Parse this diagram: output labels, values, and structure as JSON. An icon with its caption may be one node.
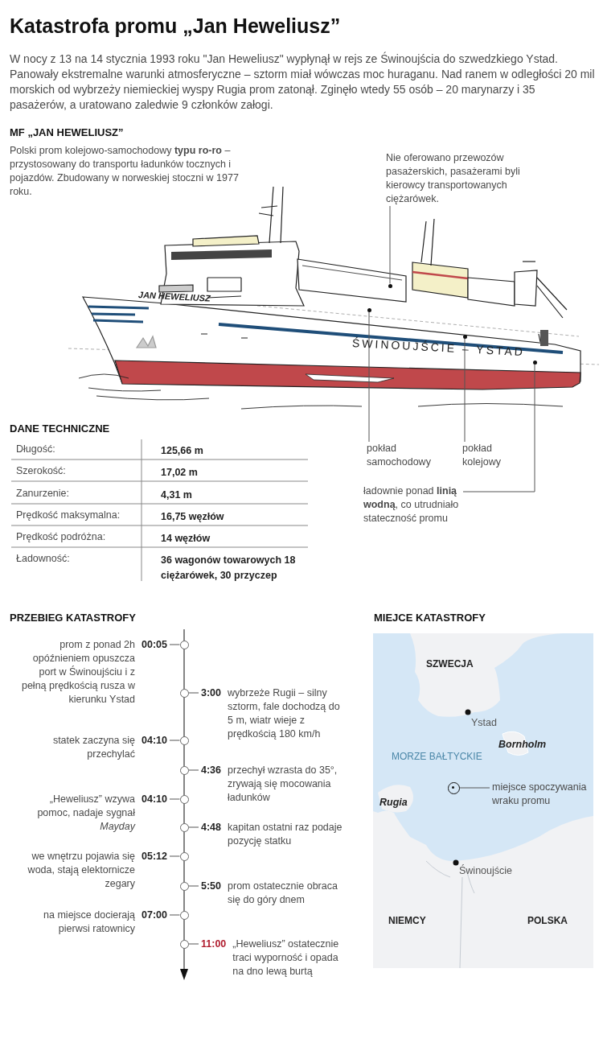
{
  "diagram": {
    "title": "Katastrofa promu „Jan Heweliusz”",
    "nodes": [
      {
        "text": [
          "Nie oferowano przewozów pasażerskich, pasażerami byli kierowcy transportowanych ciężarówek."
        ]
      },
      {
        "text": [],
        "shape": "circle"
      },
      {
        "text": [],
        "shape": "circle"
      },
      {
        "text": [],
        "shape": "circle"
      },
      {
        "text": [],
        "shape": "circle"
      },
      {
        "text": [
          "pokład samochodowy"
        ]
      },
      {
        "text": [
          "pokład kolejowy"
        ]
      },
      {
        "text": [
          "ładownie ponad **linią wodną**, co utrudniało stateczność promu"
        ]
      },
      {
        "text": [
          "prom z ponad 2h opóźnieniem opuszcza port w Świnoujściu i z pełną prędkością rusza w kierunku Ystad",
          "00:05"
        ]
      },
      {
        "text": [
          "3:00",
          "wybrzeże Rugii – silny sztorm, fale dochodzą do 5 m, wiatr wieje z prędkością 180 km/h"
        ]
      },
      {
        "text": [
          "statek zaczyna się przechylać",
          "04:10"
        ]
      },
      {
        "text": [
          "4:36",
          "przechył wzrasta do 35°, zrywają się mocowania ładunków"
        ]
      },
      {
        "text": [
          "„Heweliusz” wzywa pomoc, nadaje sygnał *Mayday*",
          "04:10"
        ]
      },
      {
        "text": [
          "4:48",
          "kapitan ostatni raz podaje pozycję statku"
        ]
      },
      {
        "text": [
          "we wnętrzu pojawia się woda, stają elektornicze zegary",
          "05:12"
        ]
      },
      {
        "text": [
          "5:50",
          "prom ostatecznie obraca się do góry dnem"
        ]
      },
      {
        "text": [
          "na miejsce docierają pierwsi ratownicy",
          "07:00"
        ]
      },
      {
        "text": [
          "11:00",
          "„Heweliusz” ostatecznie traci wyporność i opada na dno lewą burtą"
        ]
      },
      {
        "text": [],
        "shape": "circle"
      },
      {
        "text": [],
        "shape": "circle"
      },
      {
        "text": [],
        "shape": "circle"
      },
      {
        "text": [],
        "shape": "circle"
      },
      {
        "text": [],
        "shape": "circle"
      },
      {
        "text": [],
        "shape": "circle"
      },
      {
        "text": [],
        "shape": "circle"
      },
      {
        "text": [],
        "shape": "circle"
      },
      {
        "text": [],
        "shape": "circle"
      },
      {
        "text": [],
        "shape": "circle"
      },
      {
        "text": [],
        "shape": "circle"
      },
      {
        "text": [
          "miejsce spoczywania wraku promu"
        ]
      }
    ],
    "edges": [
      {
        "from": 0,
        "to": 1,
        "arrow": "none"
      },
      {
        "from": 5,
        "to": 2,
        "arrow": "none"
      },
      {
        "from": 6,
        "to": 3,
        "arrow": "none"
      },
      {
        "from": 7,
        "to": 4,
        "arrow": "none"
      },
      {
        "from": 8,
        "to": 18,
        "arrow": "none"
      },
      {
        "from": 9,
        "to": 19,
        "arrow": "none"
      },
      {
        "from": 10,
        "to": 20,
        "arrow": "none"
      },
      {
        "from": 11,
        "to": 21,
        "arrow": "none"
      },
      {
        "from": 12,
        "to": 22,
        "arrow": "none"
      },
      {
        "from": 13,
        "to": 23,
        "arrow": "none"
      },
      {
        "from": 14,
        "to": 24,
        "arrow": "none"
      },
      {
        "from": 15,
        "to": 25,
        "arrow": "none"
      },
      {
        "from": 16,
        "to": 26,
        "arrow": "none"
      },
      {
        "from": 17,
        "to": 27,
        "arrow": "none"
      },
      {
        "from": 29,
        "to": 28,
        "arrow": "none"
      }
    ],
    "labels": [
      "W nocy z 13 na 14 stycznia 1993 roku \"Jan Heweliusz\" wypłynął w rejs ze Świnoujścia do szwedzkiego Ystad. Panowały ekstremalne warunki atmosferyczne – sztorm miał wówczas moc huraganu. Nad ranem w odległości 20 mil morskich od wybrzeży niemieckiej wyspy Rugia prom zatonął. Zginęło wtedy 55 osób – 20 marynarzy i 35 pasażerów, a uratowano zaledwie 9 członków załogi.",
      "MF „JAN HEWELIUSZ”",
      "Polski prom kolejowo-samochodowy **typu ro-ro** – przystosowany do transportu ładunków tocznych i pojazdów. Zbudowany w norweskiej stoczni w 1977 roku.",
      "JAN HEWELIUSZ",
      "ŚWINOUJŚCIE – YSTAD",
      "DANE TECHNICZNE",
      "Długość:",
      "125,66 m",
      "Szerokość:",
      "17,02 m",
      "Zanurzenie:",
      "4,31 m",
      "Prędkość maksymalna:",
      "16,75 węzłów",
      "Prędkość podróżna:",
      "14 węzłów",
      "Ładowność:",
      "36 wagonów towarowych 18 ciężarówek, 30 przyczep",
      "PRZEBIEG KATASTROFY",
      "MIEJCE KATASTROFY",
      "SZWECJA",
      "Ystad",
      "Bornholm",
      "MORZE BAŁTYCKIE",
      "Rugia",
      "Świnoujście",
      "NIEMCY",
      "POLSKA"
    ]
  }
}
